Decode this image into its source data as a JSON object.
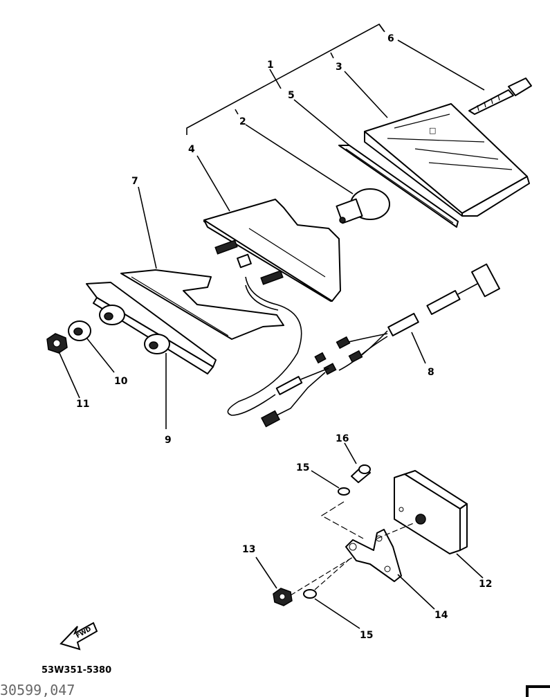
{
  "labels": {
    "l1": "1",
    "l2": "2",
    "l3": "3",
    "l4": "4",
    "l5": "5",
    "l6": "6",
    "l7": "7",
    "l8": "8",
    "l9": "9",
    "l10": "10",
    "l11": "11",
    "l12": "12",
    "l13": "13",
    "l14": "14",
    "l15a": "15",
    "l15b": "15",
    "l16": "16"
  },
  "direction_arrow": "FWD",
  "part_code": "53W351-5380",
  "footer_code": "30599,047"
}
